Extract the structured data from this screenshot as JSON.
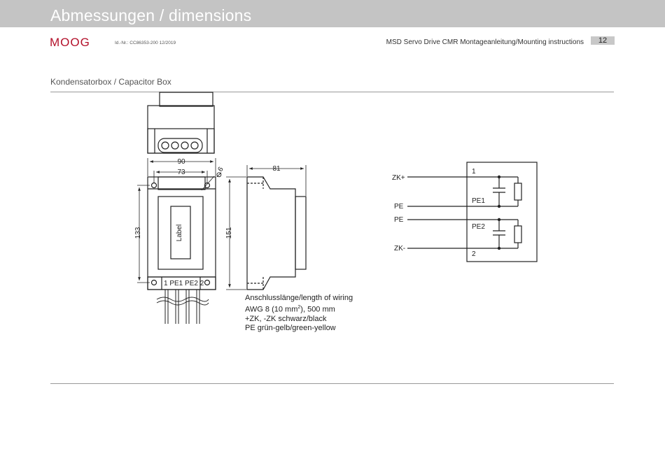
{
  "header": {
    "title": "Abmessungen / dimensions",
    "doc_id": "Id.-Nr.: CC86353-200 12/2019",
    "manual_title": "MSD Servo Drive CMR Montageanleitung/Mounting instructions",
    "page_number": "12"
  },
  "brand": {
    "logo_text": "MOOG",
    "color": "#b3102a"
  },
  "section": {
    "title": "Kondensatorbox / Capacitor Box"
  },
  "dimensions": {
    "width_outer": "90",
    "width_inner": "73",
    "hole_diameter": "6",
    "height_holes": "133",
    "height_total": "151",
    "depth": "81",
    "label_text": "Label",
    "terminals": "1  PE1 PE2 2"
  },
  "schematic": {
    "terminal_zk_plus": "ZK+",
    "terminal_pe_1": "PE",
    "terminal_pe_2": "PE",
    "terminal_zk_minus": "ZK-",
    "pin_1": "1",
    "pin_pe1": "PE1",
    "pin_pe2": "PE2",
    "pin_2": "2"
  },
  "wiring_notes": {
    "line1": "Anschlusslänge/length of wiring",
    "line2_prefix": "AWG 8 (10 mm",
    "line2_sup": "2",
    "line2_suffix": "), 500 mm",
    "line3": "+ZK, -ZK schwarz/black",
    "line4": "PE grün-gelb/green-yellow"
  }
}
